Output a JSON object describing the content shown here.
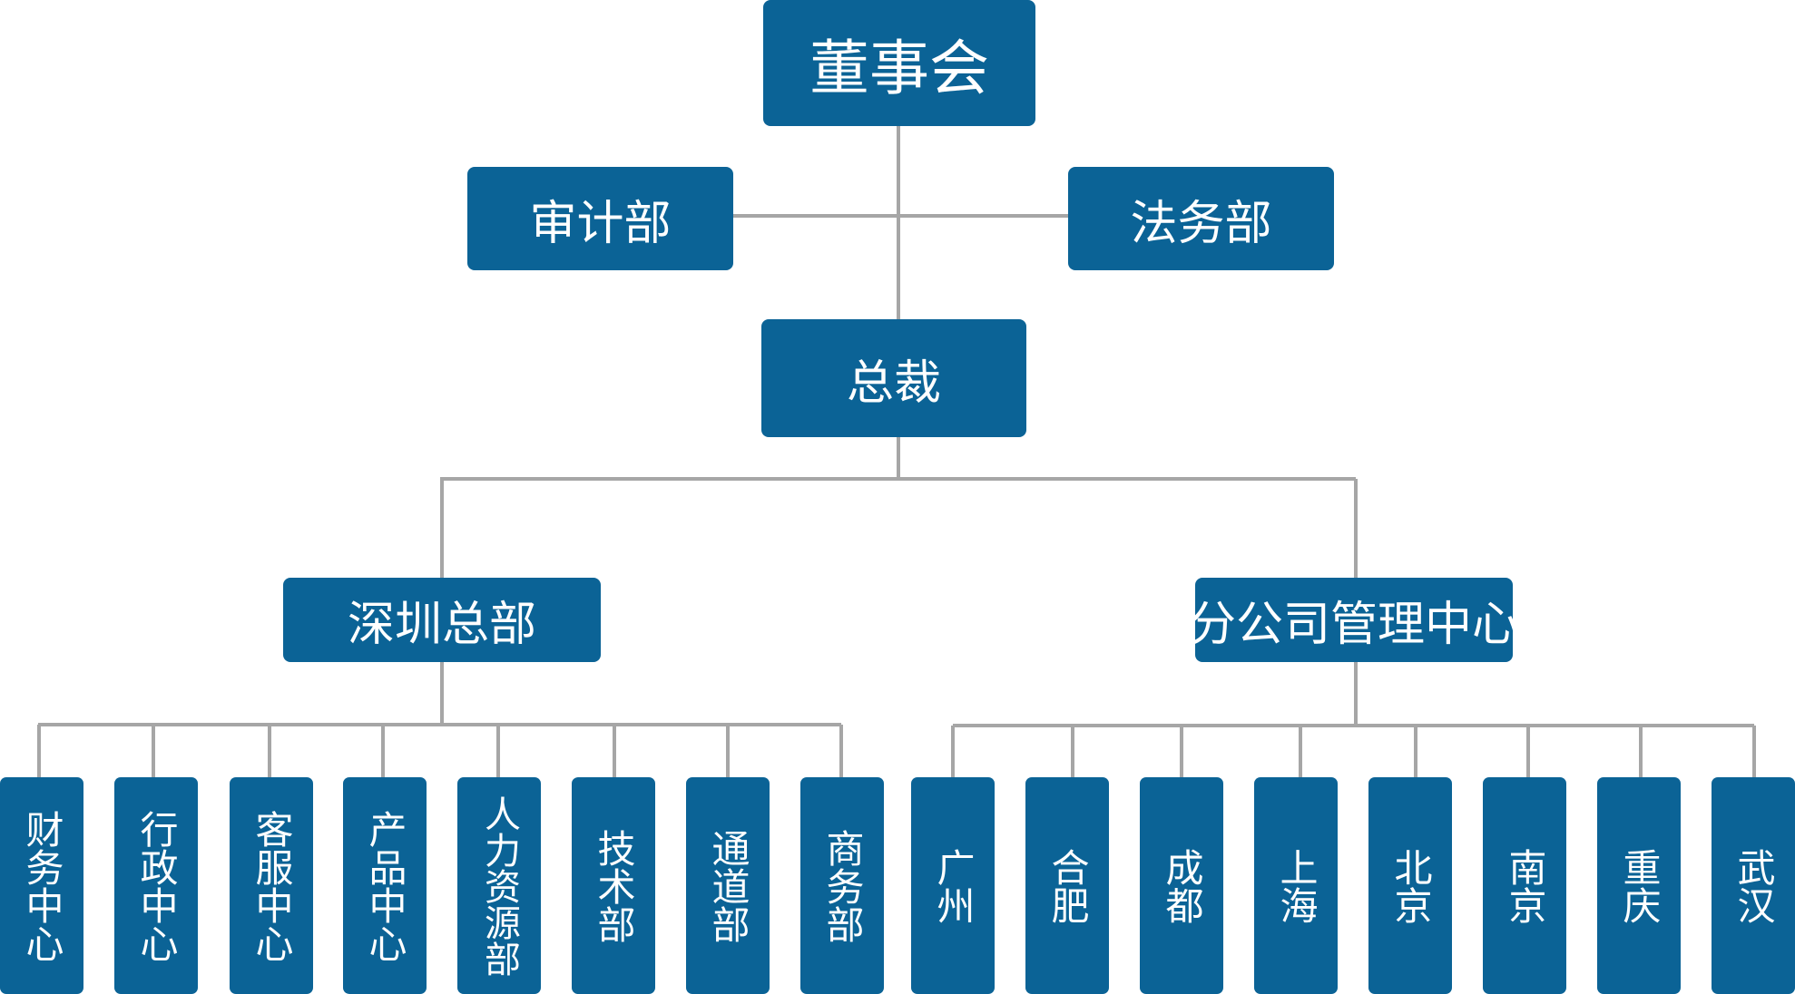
{
  "colors": {
    "box": "#0b6396",
    "text": "#ffffff",
    "connector": "#a6a6a6"
  },
  "board": "董事会",
  "audit": "审计部",
  "legal": "法务部",
  "ceo": "总裁",
  "hq": {
    "title": "深圳总部",
    "departments": [
      "财务中心",
      "行政中心",
      "客服中心",
      "产品中心",
      "人力资源部",
      "技术部",
      "通道部",
      "商务部"
    ]
  },
  "branches": {
    "title": "分公司管理中心",
    "cities": [
      "广州",
      "合肥",
      "成都",
      "上海",
      "北京",
      "南京",
      "重庆",
      "武汉"
    ]
  }
}
